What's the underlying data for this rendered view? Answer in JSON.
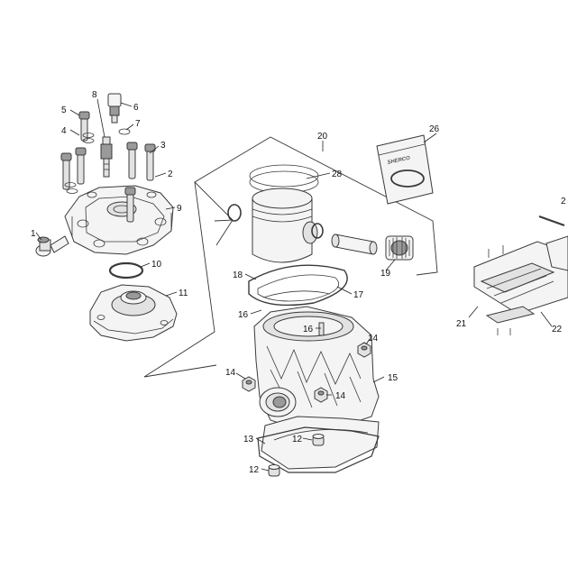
{
  "brand_text": "SHERCO",
  "callouts": {
    "c1": "1",
    "c2": "2",
    "c3": "3",
    "c4": "4",
    "c5": "5",
    "c6": "6",
    "c7": "7",
    "c8": "8",
    "c9": "9",
    "c10": "10",
    "c11": "11",
    "c12a": "12",
    "c12b": "12",
    "c13": "13",
    "c14a": "14",
    "c14b": "14",
    "c14c": "14",
    "c15": "15",
    "c16a": "16",
    "c16b": "16",
    "c17": "17",
    "c18": "18",
    "c19": "19",
    "c20": "20",
    "c21": "21",
    "c22": "22",
    "c26": "26",
    "c28": "28",
    "c2x": "2"
  }
}
